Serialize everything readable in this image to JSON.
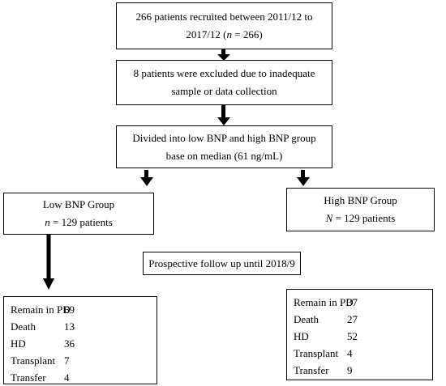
{
  "step1": {
    "line1": "266 patients recruited between 2011/12 to",
    "line2_prefix": "2017/12 (",
    "line2_n": "n",
    "line2_suffix": " = 266)"
  },
  "step2": {
    "line1": "8 patients were excluded due to inadequate",
    "line2": "sample or data collection"
  },
  "step3": {
    "line1": "Divided into low BNP and high BNP group",
    "line2": "base on median (61 ng/mL)"
  },
  "low_group": {
    "title": "Low BNP Group",
    "n_symbol": "n",
    "n_text": " = 129 patients"
  },
  "high_group": {
    "title": "High BNP Group",
    "n_symbol": "N",
    "n_text": " = 129 patients"
  },
  "follow_up": "Prospective follow up until 2018/9",
  "low_outcomes": [
    {
      "label": "Remain in PD",
      "value": "69"
    },
    {
      "label": "Death",
      "value": "13"
    },
    {
      "label": "HD",
      "value": "36"
    },
    {
      "label": "Transplant",
      "value": "7"
    },
    {
      "label": "Transfer",
      "value": "4"
    }
  ],
  "high_outcomes": [
    {
      "label": "Remain in PD",
      "value": "37"
    },
    {
      "label": "Death",
      "value": "27"
    },
    {
      "label": "HD",
      "value": "52"
    },
    {
      "label": "Transplant",
      "value": "4"
    },
    {
      "label": "Transfer",
      "value": "9"
    }
  ],
  "colors": {
    "stroke": "#000000",
    "background": "#ffffff"
  }
}
